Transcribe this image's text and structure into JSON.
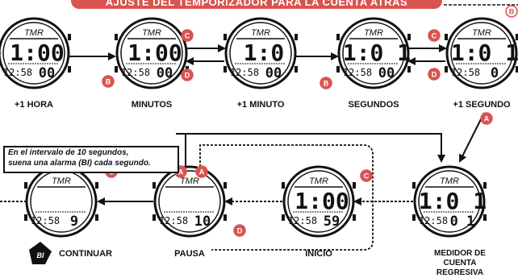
{
  "title": "AJUSTE DEL TEMPORIZADOR PARA LA CUENTA ATRAS",
  "note": {
    "line1": "En el intervalo de 10 segundos,",
    "line2": "suena una alarma (BI) cada segundo."
  },
  "colors": {
    "accent": "#d9534f",
    "ink": "#111111",
    "lcd": "#ffffff"
  },
  "top_row": [
    {
      "mode": "TMR",
      "main": "1:00",
      "sub_time": "12:58",
      "sub_sec": "00",
      "label": "+1 HORA"
    },
    {
      "mode": "TMR",
      "main": "1:00",
      "sub_time": "12:58",
      "sub_sec": "00",
      "label": "MINUTOS"
    },
    {
      "mode": "TMR",
      "main": "1:0",
      "sub_time": "12:58",
      "sub_sec": "00",
      "label": "+1 MINUTO"
    },
    {
      "mode": "TMR",
      "main": "1:0 1",
      "sub_time": "12:58",
      "sub_sec": "00",
      "label": "SEGUNDOS"
    },
    {
      "mode": "TMR",
      "main": "1:0 1",
      "sub_time": "12:58",
      "sub_sec": "0",
      "label": "+1 SEGUNDO"
    }
  ],
  "bottom_row": [
    {
      "mode": "TMR",
      "main": "",
      "sub_time": "12:58",
      "sub_sec": "9",
      "label": "CONTINUAR"
    },
    {
      "mode": "TMR",
      "main": "",
      "sub_time": "12:58",
      "sub_sec": "10",
      "label": "PAUSA"
    },
    {
      "mode": "TMR",
      "main": "1:00",
      "sub_time": "12:58",
      "sub_sec": "59",
      "label": "INICIO"
    },
    {
      "mode": "TMR",
      "main": "1:0 1",
      "sub_time": "12:58",
      "sub_sec": "0 1",
      "label": "MEDIDOR DE CUENTA REGRESIVA"
    }
  ],
  "buttons": {
    "b": "B",
    "c": "C",
    "d": "D",
    "a": "A"
  },
  "alarm_badge": "BI"
}
